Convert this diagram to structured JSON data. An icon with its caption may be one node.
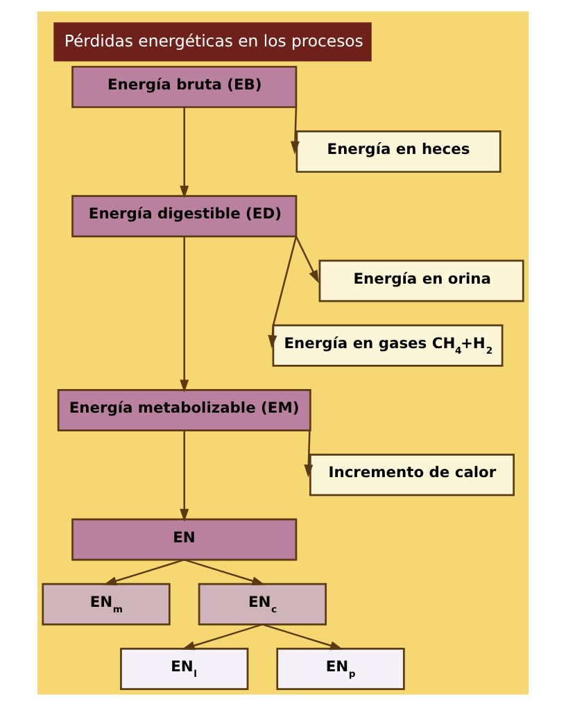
{
  "diagram": {
    "title": "Pérdidas energéticas en los procesos",
    "nodes": [
      {
        "text": [
          "Energía bruta (EB)"
        ]
      },
      {
        "text": [
          "Energía en heces"
        ]
      },
      {
        "text": [
          "Energía digestible (ED)"
        ]
      },
      {
        "text": [
          "Energía en orina"
        ]
      },
      {
        "text": [
          "Energía en gases CH$_{4}$+H$_{2}$"
        ]
      },
      {
        "text": [
          "Energía metabolizable (EM)"
        ]
      },
      {
        "text": [
          "Incremento de calor"
        ]
      },
      {
        "text": [
          "EN"
        ]
      },
      {
        "text": [
          "EN$_{m}$"
        ]
      },
      {
        "text": [
          "EN$_{c}$"
        ]
      },
      {
        "text": [
          "EN$_{l}$"
        ]
      },
      {
        "text": [
          "EN$_{p}$"
        ]
      }
    ],
    "edges": [
      {
        "from": 0,
        "to": 1,
        "arrow": "to"
      },
      {
        "from": 0,
        "to": 2,
        "arrow": "to"
      },
      {
        "from": 2,
        "to": 3,
        "arrow": "to"
      },
      {
        "from": 2,
        "to": 4,
        "arrow": "to"
      },
      {
        "from": 2,
        "to": 5,
        "arrow": "to"
      },
      {
        "from": 5,
        "to": 6,
        "arrow": "to"
      },
      {
        "from": 5,
        "to": 7,
        "arrow": "to"
      },
      {
        "from": 7,
        "to": 8,
        "arrow": "to"
      },
      {
        "from": 7,
        "to": 9,
        "arrow": "to"
      },
      {
        "from": 9,
        "to": 10,
        "arrow": "to"
      },
      {
        "from": 9,
        "to": 11,
        "arrow": "to"
      }
    ]
  }
}
